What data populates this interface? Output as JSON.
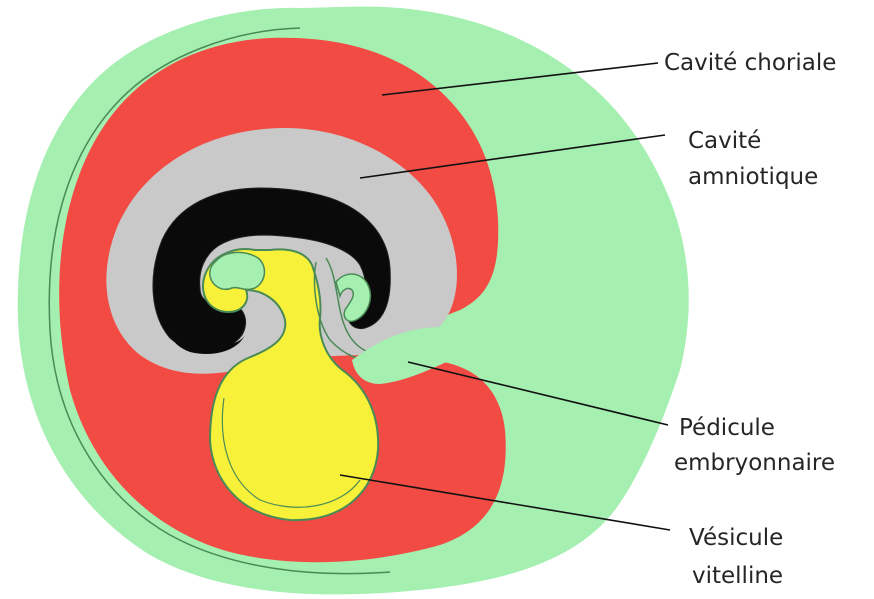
{
  "labels": {
    "chorial": "Cavité choriale",
    "amnio_1": "Cavité",
    "amnio_2": "amniotique",
    "pedicule_1": "Pédicule",
    "pedicule_2": "embryonnaire",
    "vesicule_1": "Vésicule",
    "vesicule_2": "vitelline"
  },
  "colors": {
    "chorion": "#a5efb0",
    "chorial_cavity": "#f24b44",
    "amniotic_cavity": "#c9c9c9",
    "embryo": "#0a0a0a",
    "yolk_sac": "#f7f13a",
    "outline": "#4a8a56",
    "leader_line": "#111111"
  }
}
